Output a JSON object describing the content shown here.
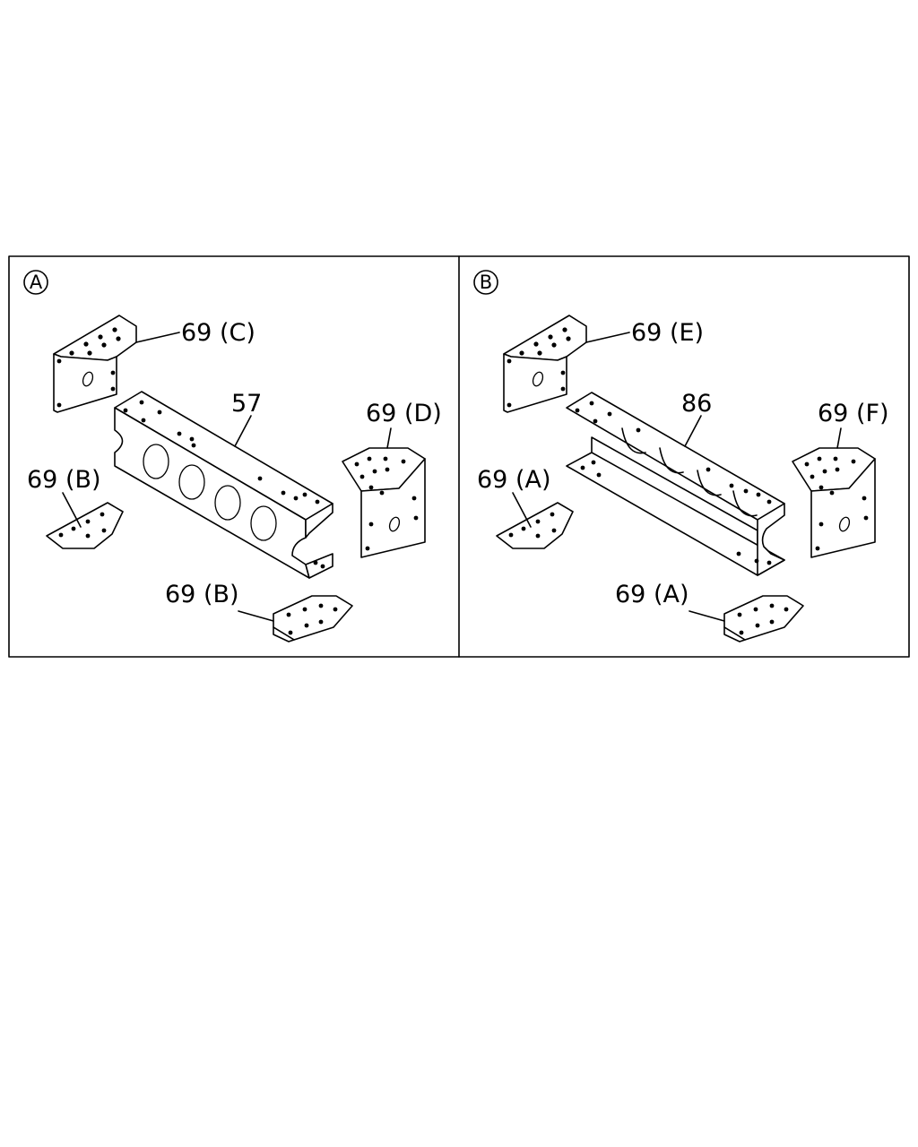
{
  "panels": [
    {
      "marker": "A",
      "labels": {
        "top_left_bracket": "69 (C)",
        "main_beam": "57",
        "right_bracket": "69 (D)",
        "left_plate": "69 (B)",
        "bottom_plate": "69 (B)"
      }
    },
    {
      "marker": "B",
      "labels": {
        "top_left_bracket": "69 (E)",
        "main_beam": "86",
        "right_bracket": "69 (F)",
        "left_plate": "69 (A)",
        "bottom_plate": "69 (A)"
      }
    }
  ]
}
